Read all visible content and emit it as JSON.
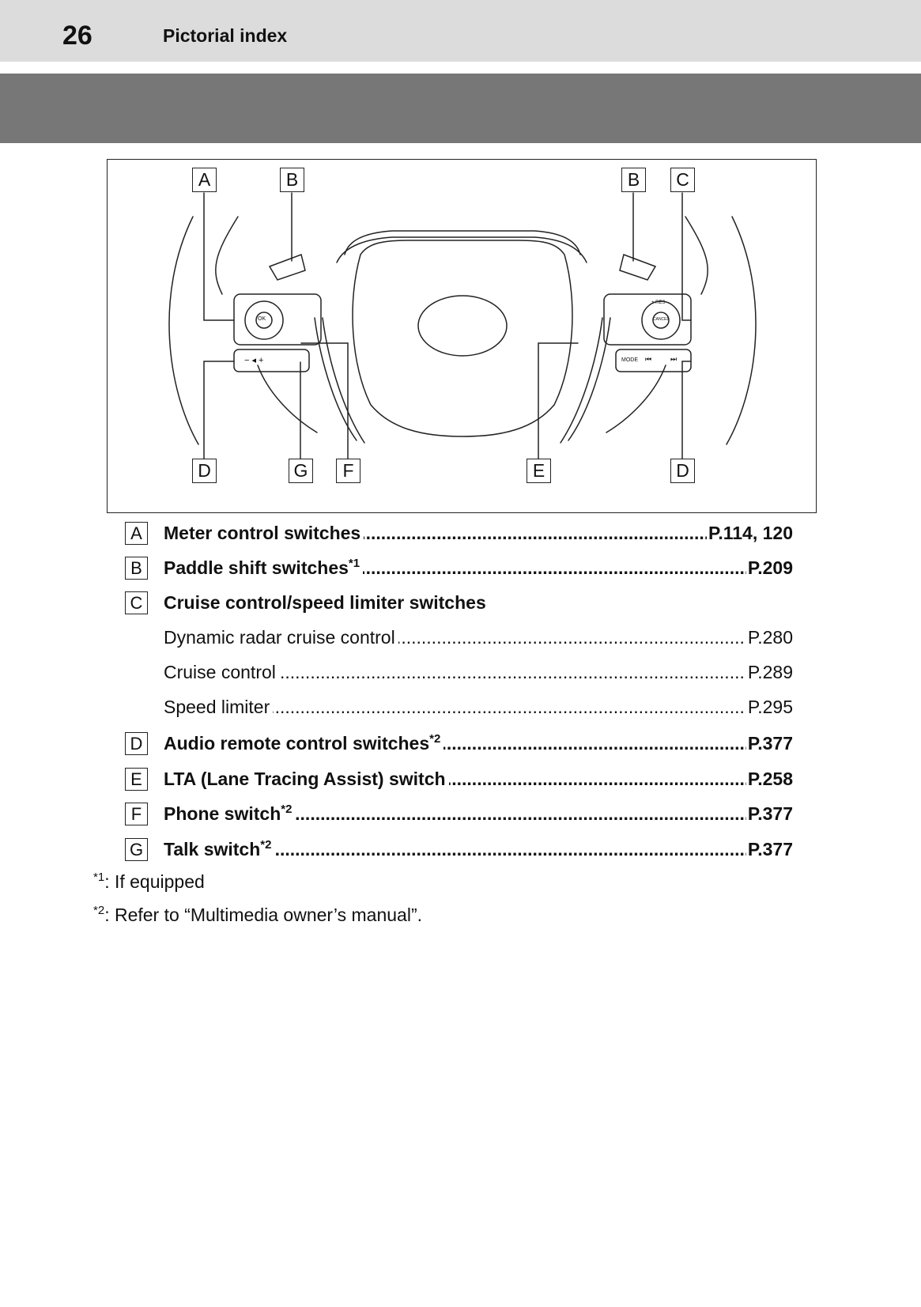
{
  "header": {
    "page_number": "26",
    "section_title": "Pictorial index"
  },
  "figure": {
    "callouts": [
      "A",
      "B",
      "B",
      "C",
      "D",
      "G",
      "F",
      "E",
      "D"
    ],
    "switch_labels": {
      "ok": "OK",
      "res": "+ RES",
      "cancel": "CANCEL",
      "mode": "MODE",
      "minus_vol": "− ◂ +",
      "prev": "⏮",
      "next": "⏭",
      "minus": "−"
    }
  },
  "legend": [
    {
      "letter": "A",
      "label": "Meter control switches",
      "sup": "",
      "page": "P.114, 120",
      "bold": true
    },
    {
      "letter": "B",
      "label": "Paddle shift switches",
      "sup": "*1",
      "page": "P.209",
      "bold": true
    },
    {
      "letter": "C",
      "label": "Cruise control/speed limiter switches",
      "sup": "",
      "page": "",
      "bold": true
    },
    {
      "letter": "",
      "label": "Dynamic radar cruise control",
      "sup": "",
      "page": "P.280",
      "bold": false
    },
    {
      "letter": "",
      "label": "Cruise control",
      "sup": "",
      "page": "P.289",
      "bold": false
    },
    {
      "letter": "",
      "label": "Speed limiter",
      "sup": "",
      "page": "P.295",
      "bold": false
    },
    {
      "letter": "D",
      "label": "Audio remote control switches",
      "sup": "*2",
      "page": "P.377",
      "bold": true
    },
    {
      "letter": "E",
      "label": "LTA (Lane Tracing Assist) switch",
      "sup": "",
      "page": "P.258",
      "bold": true
    },
    {
      "letter": "F",
      "label": "Phone switch",
      "sup": "*2",
      "page": "P.377",
      "bold": true
    },
    {
      "letter": "G",
      "label": "Talk switch",
      "sup": "*2",
      "page": "P.377",
      "bold": true
    }
  ],
  "notes": [
    {
      "mark": "*1",
      "text": ": If equipped"
    },
    {
      "mark": "*2",
      "text": ": Refer to “Multimedia owner’s manual”."
    }
  ]
}
